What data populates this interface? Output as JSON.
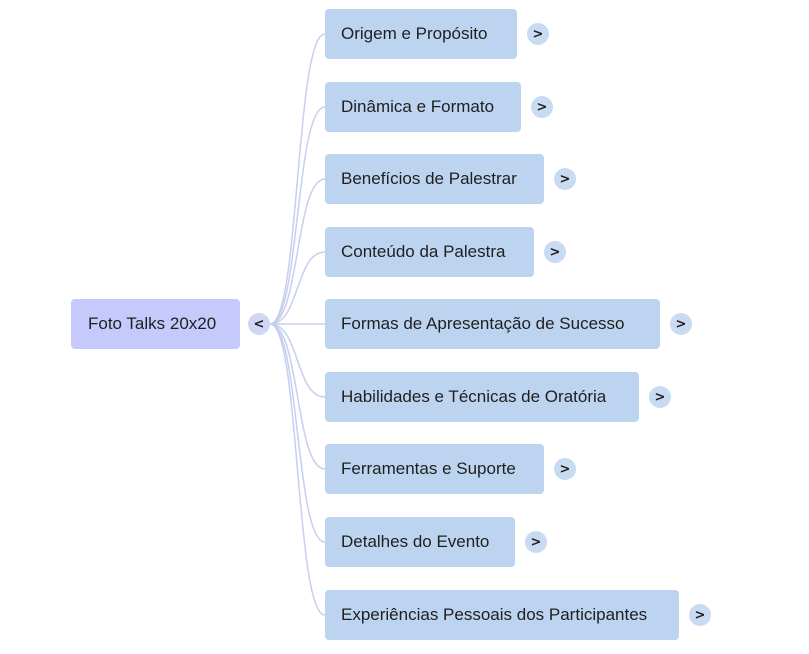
{
  "root": {
    "label": "Foto Talks 20x20",
    "toggle_glyph": "<",
    "color": "#c5c9fb"
  },
  "branch_color": "#c6cff0",
  "child_color": "#bdd4f0",
  "expand_glyph": ">",
  "children": [
    {
      "label": "Origem e Propósito"
    },
    {
      "label": "Dinâmica e Formato"
    },
    {
      "label": "Benefícios de Palestrar"
    },
    {
      "label": "Conteúdo da Palestra"
    },
    {
      "label": "Formas de Apresentação de Sucesso"
    },
    {
      "label": "Habilidades e Técnicas de Oratória"
    },
    {
      "label": "Ferramentas e Suporte"
    },
    {
      "label": "Detalhes do Evento"
    },
    {
      "label": "Experiências Pessoais dos Participantes"
    }
  ]
}
